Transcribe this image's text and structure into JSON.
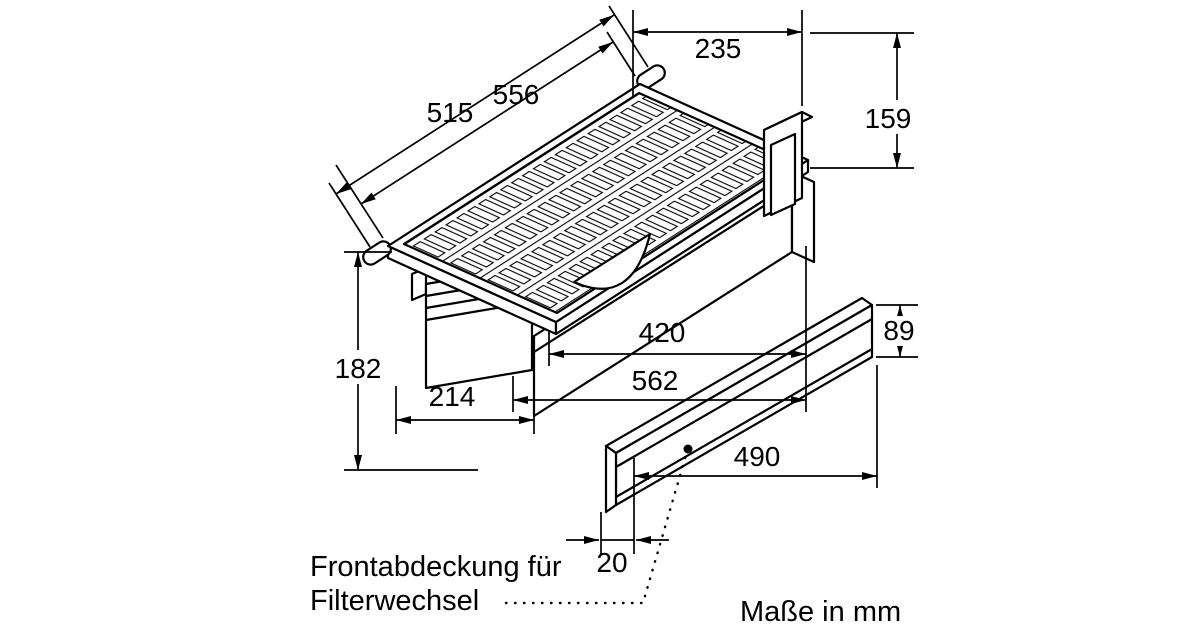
{
  "drawing": {
    "note_line1": "Frontabdeckung für",
    "note_line2": "Filterwechsel",
    "units_caption": "Maße in mm",
    "dims": {
      "d515": "515",
      "d556": "556",
      "d235": "235",
      "d159": "159",
      "d182": "182",
      "d214": "214",
      "d420": "420",
      "d562": "562",
      "d89": "89",
      "d490": "490",
      "d20": "20"
    }
  }
}
